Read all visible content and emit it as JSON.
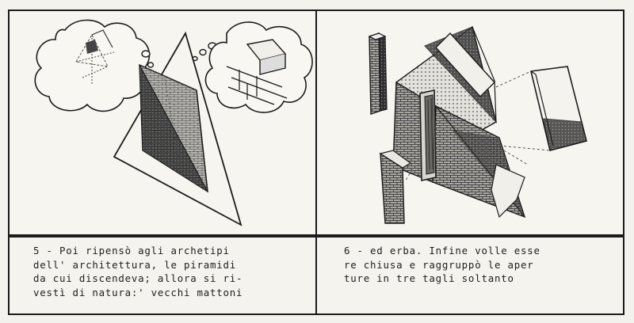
{
  "panels": [
    {
      "number": "5",
      "caption_lines": [
        "5 - Poi ripensò agli archetipi",
        "dell' architettura, le piramidi",
        "da cui discendeva; allora si ri-",
        "vestì di natura:' vecchi mattoni"
      ]
    },
    {
      "number": "6",
      "caption_lines": [
        "6 - ed erba. Infine volle esse",
        "re chiusa e raggruppò le aper",
        "ture in tre tagli soltanto"
      ]
    }
  ],
  "colors": {
    "ink": "#1b1b1b",
    "paper": "#f6f5f0"
  }
}
